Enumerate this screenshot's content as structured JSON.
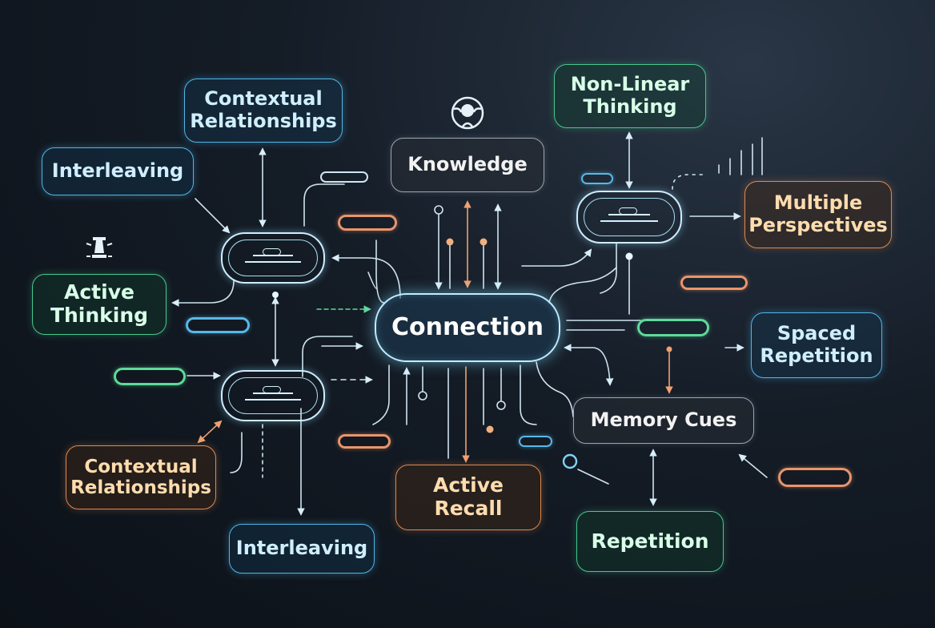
{
  "nodes": {
    "center": "Connection",
    "knowledge": "Knowledge",
    "non_linear": "Non-Linear Thinking",
    "contextual_top": "Contextual Relationships",
    "interleaving_top": "Interleaving",
    "active_thinking": "Active Thinking",
    "multiple_perspectives": "Multiple Perspectives",
    "spaced_repetition": "Spaced Repetition",
    "memory_cues": "Memory Cues",
    "repetition": "Repetition",
    "active_recall": "Active Recall",
    "contextual_bottom": "Contextual Relationships",
    "interleaving_bottom": "Interleaving"
  },
  "icons": [
    "steering-wheel-icon",
    "trophy-icon",
    "search-icon"
  ],
  "colors": {
    "blue": "#4fb7e8",
    "green": "#46c98d",
    "orange": "#e0894d",
    "gray": "#9aa6b2",
    "glow": "#bfeeff"
  }
}
